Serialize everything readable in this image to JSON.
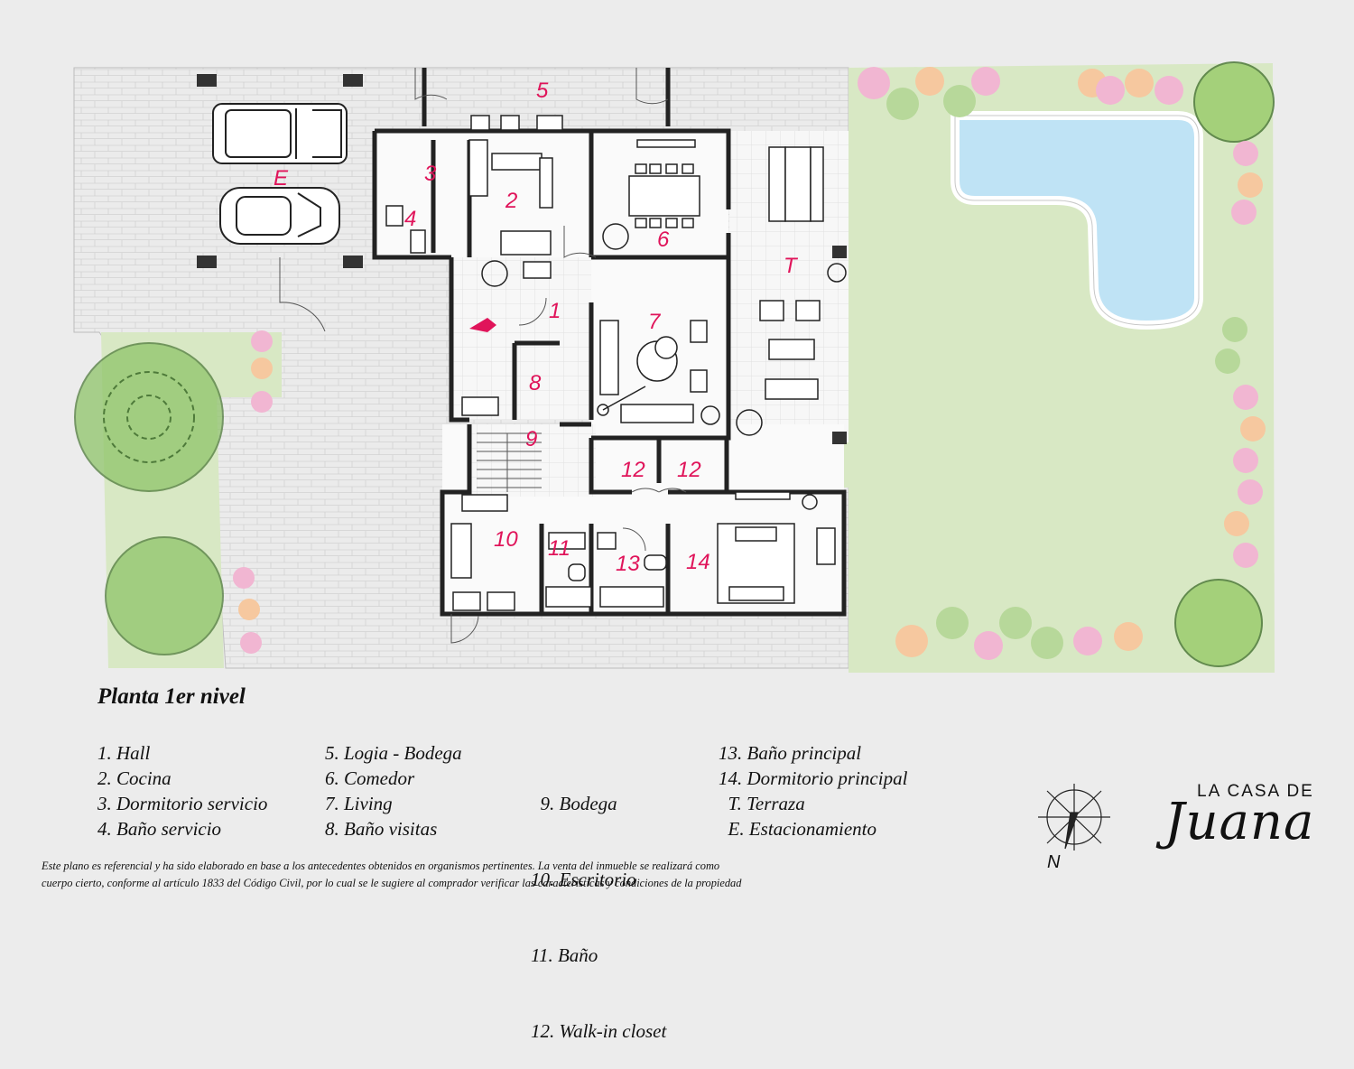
{
  "rooms": {
    "r1": "1",
    "r2": "2",
    "r3": "3",
    "r4": "4",
    "r5": "5",
    "r6": "6",
    "r7": "7",
    "r8": "8",
    "r9": "9",
    "r10": "10",
    "r11": "11",
    "r12a": "12",
    "r12b": "12",
    "r13": "13",
    "r14": "14",
    "rT": "T",
    "rE": "E"
  },
  "title": "Planta 1er nivel",
  "legend": {
    "col1": [
      "1.  Hall",
      "2.  Cocina",
      "3.  Dormitorio servicio",
      "4.  Baño servicio"
    ],
    "col2": [
      "5. Logia - Bodega",
      "6. Comedor",
      "7. Living",
      "8. Baño visitas"
    ],
    "col3": [
      "  9. Bodega",
      "10. Escritorio",
      "11. Baño",
      "12. Walk-in closet"
    ],
    "col4": [
      "13. Baño principal",
      "14. Dormitorio principal",
      "  T. Terraza",
      "  E. Estacionamiento"
    ]
  },
  "disclaimer": {
    "line1": "Este plano es referencial y ha sido elaborado en base a los antecedentes obtenidos en organismos pertinentes.  La venta del inmueble se realizará como",
    "line2": "cuerpo cierto, conforme al artículo 1833 del Código Civil, por lo cual se le sugiere al comprador verificar las características y condiciones de la propiedad"
  },
  "brand": {
    "top": "LA CASA DE",
    "bottom": "Juana"
  },
  "compass": {
    "letter": "N"
  },
  "colors": {
    "label": "#e0145a",
    "wall": "#222222",
    "grass": "#d8e8c4",
    "pool": "#bfe3f5",
    "paving": "#e9e9e9"
  }
}
